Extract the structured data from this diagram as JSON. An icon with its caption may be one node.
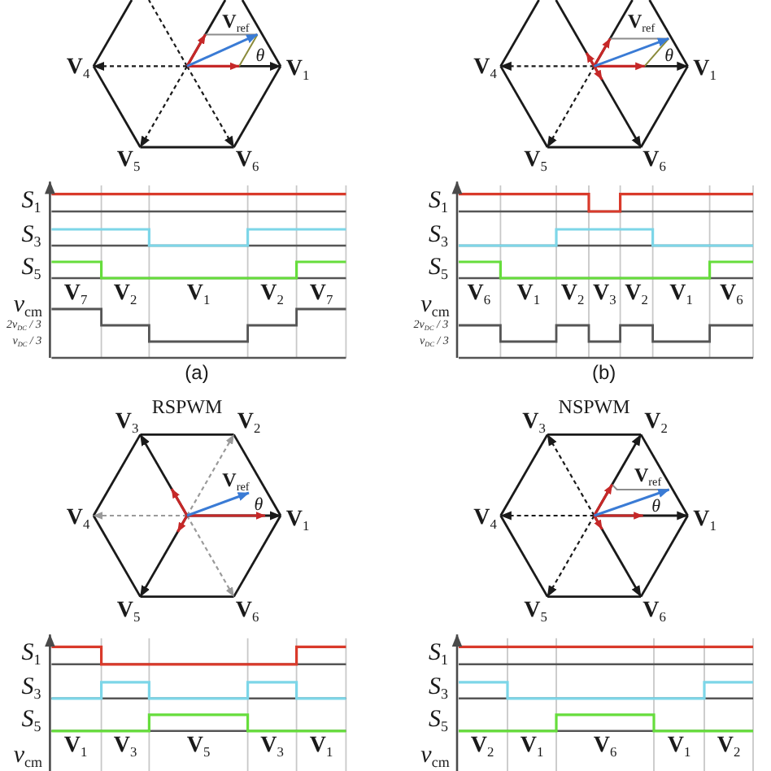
{
  "diagram": {
    "labels": [
      "V$_{ref}$",
      "θ",
      "V$_{4}$",
      "V$_{1}$",
      "V$_{5}$",
      "V$_{6}$",
      "*S*$_{1}$",
      "*S*$_{3}$",
      "*S*$_{5}$",
      "V$_{7}$",
      "V$_{2}$",
      "V$_{1}$",
      "V$_{2}$",
      "V$_{7}$",
      "*v*$_{cm}$",
      "2v$_{DC}$ / 3",
      "v$_{DC}$ / 3",
      "(a)",
      "V$_{ref}$",
      "θ",
      "V$_{4}$",
      "V$_{1}$",
      "V$_{5}$",
      "V$_{6}$",
      "*S*$_{1}$",
      "*S*$_{3}$",
      "*S*$_{5}$",
      "V$_{6}$",
      "V$_{1}$",
      "V$_{2}$",
      "V$_{3}$",
      "V$_{2}$",
      "V$_{1}$",
      "V$_{6}$",
      "*v*$_{cm}$",
      "2v$_{DC}$ / 3",
      "v$_{DC}$ / 3",
      "(b)",
      "RSPWM",
      "V$_{3}$",
      "V$_{2}$",
      "V$_{ref}$",
      "θ",
      "V$_{4}$",
      "V$_{1}$",
      "V$_{5}$",
      "V$_{6}$",
      "*S*$_{1}$",
      "*S*$_{3}$",
      "*S*$_{5}$",
      "V$_{1}$",
      "V$_{3}$",
      "V$_{5}$",
      "V$_{3}$",
      "V$_{1}$",
      "*v*$_{cm}$",
      "NSPWM",
      "V$_{3}$",
      "V$_{2}$",
      "V$_{ref}$",
      "θ",
      "V$_{4}$",
      "V$_{1}$",
      "V$_{5}$",
      "V$_{6}$",
      "*S*$_{1}$",
      "*S*$_{3}$",
      "*S*$_{5}$",
      "V$_{2}$",
      "V$_{1}$",
      "V$_{6}$",
      "V$_{1}$",
      "V$_{2}$",
      "*v*$_{cm}$"
    ]
  }
}
